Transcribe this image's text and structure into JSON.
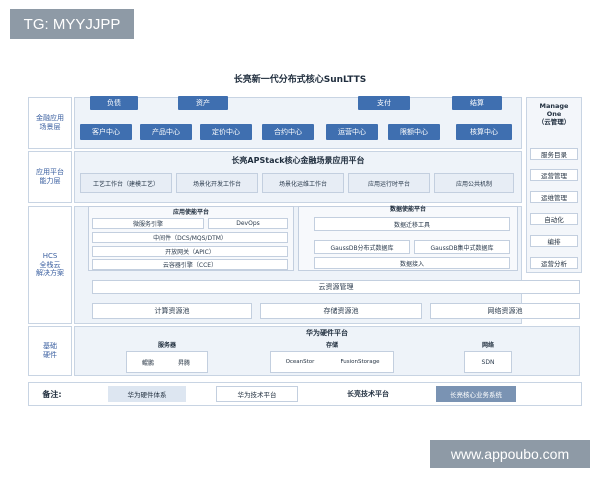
{
  "watermark_top": "TG: MYYJJPP",
  "watermark_bottom": "www.appoubo.com",
  "diagram_title": "长亮新一代分布式核心SunLTTS",
  "row_labels": {
    "scene": [
      "金融应用",
      "场景层"
    ],
    "platform": [
      "应用平台",
      "能力层"
    ],
    "hcs": [
      "HCS",
      "全栈云",
      "解决方案"
    ],
    "hardware": [
      "基础",
      "硬件"
    ]
  },
  "business_buttons": [
    "负债",
    "资产",
    "支付",
    "结算"
  ],
  "centers": [
    "客户中心",
    "产品中心",
    "定价中心",
    "合约中心",
    "运营中心",
    "限额中心",
    "核算中心"
  ],
  "apstack": {
    "title": "长亮APStack核心金融场景应用平台",
    "items": [
      "工艺工作台（建模工艺）",
      "场景化开发工作台",
      "场景化运维工作台",
      "应用运行时平台",
      "应用公共机制"
    ]
  },
  "app_platform": {
    "title": "应用使能平台",
    "items": [
      "微服务引擎",
      "DevOps",
      "中间件（DCS/MQS/DTM）",
      "开放网关（APIC）",
      "云容器引擎（CCE）"
    ]
  },
  "data_platform": {
    "title": "数据使能平台",
    "items": [
      "数据迁移工具",
      "GaussDB分布式数据库",
      "GaussDB集中式数据库",
      "数据接入"
    ]
  },
  "cloud": {
    "title": "云资源管理",
    "pools": [
      "计算资源池",
      "存储资源池",
      "网络资源池"
    ]
  },
  "hardware": {
    "title": "华为硬件平台",
    "groups": [
      {
        "label": "服务器",
        "items": [
          "鲲鹏",
          "昇腾"
        ]
      },
      {
        "label": "存储",
        "items": [
          "OceanStor",
          "FusionStorage"
        ]
      },
      {
        "label": "网络",
        "items": [
          "SDN"
        ]
      }
    ]
  },
  "mgmt": {
    "title": "Manage One（云管理）",
    "title_lines": [
      "Manage",
      "One",
      "（云管理）"
    ],
    "items": [
      "服务目录",
      "运营管理",
      "运维管理",
      "自动化",
      "编排",
      "运营分析"
    ]
  },
  "legend": {
    "label": "备注:",
    "items": [
      "华为硬件体系",
      "华为技术平台",
      "长亮技术平台",
      "长亮核心业务系统"
    ]
  },
  "colors": {
    "accent": "#3f6fb0",
    "panel": "#eef3f9",
    "watermark": "#8e9aa6"
  }
}
